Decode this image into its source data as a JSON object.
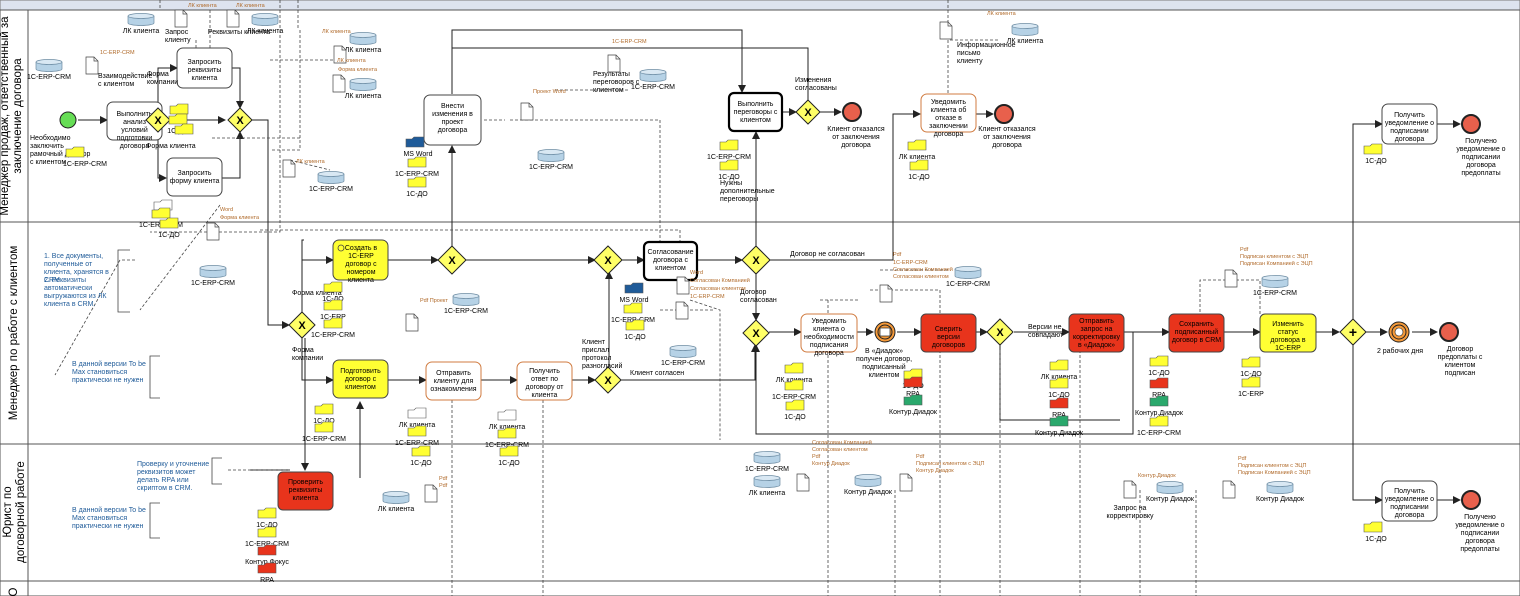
{
  "lanes": [
    {
      "label": "Менеджер продаж, ответственный за заключение договора"
    },
    {
      "label": "Менеджер по работе с клиентом"
    },
    {
      "label": "Юрист по договорной работе"
    },
    {
      "label": "О"
    }
  ],
  "tasks": {
    "t_rekv": "Запросить реквизиты клиента",
    "t_analiz": "Выполнить анализ условий подготовки договора",
    "t_forma": "Запросить форму клиента",
    "t_vnesti": "Внести изменения в проект договора",
    "t_peregovory": "Выполнить переговоры с клиентом",
    "t_uved_otkaz": "Уведомить клиента об отказе в заключении договора",
    "t_uved_podpis_top": "Получить уведомление о подписании договора",
    "t_sozdat": "Создать в 1С-ERP договор с номером клиента",
    "t_soglas": "Согласование договора с клиентом",
    "t_uved_neobh": "Уведомить клиента о необходимости подписания договора",
    "t_sverit": "Сверить версии договоров",
    "t_otpravit_zapros": "Отправить запрос на корректировку в «Диадок»",
    "t_sohranit": "Сохранить подписанный договор в CRM",
    "t_izmenit": "Изменить статус договора в 1С-ERP",
    "t_podgotovit": "Подготовить договор с клиентом",
    "t_otpravit": "Отправить клиенту для ознакомления",
    "t_poluchit": "Получить ответ по договору от клиента",
    "t_proverit": "Проверить реквизиты клиента",
    "t_uved_podpis_bot": "Получить уведомление о подписании договора"
  },
  "events": {
    "start": "Необходимо заключить рамочный договор с клиентом",
    "end_otkaz1": "Клиент отказался от заключения договора",
    "end_otkaz2": "Клиент отказался от заключения договора",
    "end_top": "Получено уведомление о подписании договора предоплаты",
    "end_mid": "Договор предоплаты с клиентом подписан",
    "end_bot": "Получено уведомление о подписании договора предоплаты",
    "timer": "2 рабочих дня",
    "diadok": "В «Диадок» получен договор, подписанный клиентом"
  },
  "labels": {
    "izm_soglas": "Изменения согласованы",
    "nuzhny": "Нужны дополнительные переговоры",
    "ne_soglas": "Договор не согласован",
    "soglas": "Договор согласован",
    "klient_soglasen": "Клиент согласен",
    "protokol": "Клиент прислал протокол разногласий",
    "versii": "Версии не совпадают",
    "forma_klienta": "Форма клиента",
    "forma_kompanii": "Форма компании",
    "forma_kompanii_top": "Форма компании",
    "forma_klienta_top": "Форма клиента",
    "vzaimodeistvie": "Взаимодействие с клиентом",
    "zapros_klientu": "Запрос клиенту",
    "rezultaty": "Результаты переговоров с клиентом",
    "info_pismo": "Информационное письмо клиенту",
    "zapros_korr": "Запрос на корректировку"
  },
  "docs": {
    "d_dogovor": "Договор предоплаты",
    "d_rekvizity": "Реквизиты клиента"
  },
  "systems": {
    "crm": "1С-ERP-CRM",
    "lk": "ЛК клиента",
    "do": "1С-ДО",
    "erp": "1С-ERP",
    "msword": "MS Word",
    "rpa": "RPA",
    "diadok": "Контур.Диадок",
    "diadok2": "Контур Диадок",
    "fokus": "Контур.Фокус"
  },
  "small": {
    "crm": "1С-ERP-CRM",
    "lk": "ЛК клиента",
    "proekt_word": "Проект Word",
    "pdf_proekt": "Pdf Проект",
    "word": "Word",
    "forma_klienta": "Форма клиента",
    "soglas_kompaniei": "Согласован Компанией",
    "soglas_klientom": "Согласован клиентом",
    "soglas_kompaniei2": "Согласован Компанией",
    "pdf": "Pdf",
    "diadok": "Контур Диадок",
    "podpisan_ecp": "Подписан клиентом с ЭЦП",
    "podpisan_komp_ecp": "Подписан Компанией с ЭЦП",
    "kontur_diadok": "Контур.Диадок"
  },
  "notes": {
    "n1": "1. Все документы, полученные от клиента, хранятся в CRM.",
    "n2": "2. Реквизиты автоматически выгружаются из ЛК клиента в CRM.",
    "tobe1": "В данной версии To be Max становиться практически не нужен",
    "tobe2": "В данной версии To be Max становиться практически не нужен",
    "proverka": "Проверку и уточнение реквизитов может делать RPA или скриптом в CRM."
  },
  "colors": {
    "yellow_task": "#ffff33",
    "red_task": "#e8341c",
    "gateway": "#ffff66",
    "end": "#e8604c",
    "start": "#66dd55",
    "timer": "#f59a3a",
    "db": "#b6d2e6",
    "note": "#1f5b99",
    "orange_text": "#b06a2a"
  }
}
